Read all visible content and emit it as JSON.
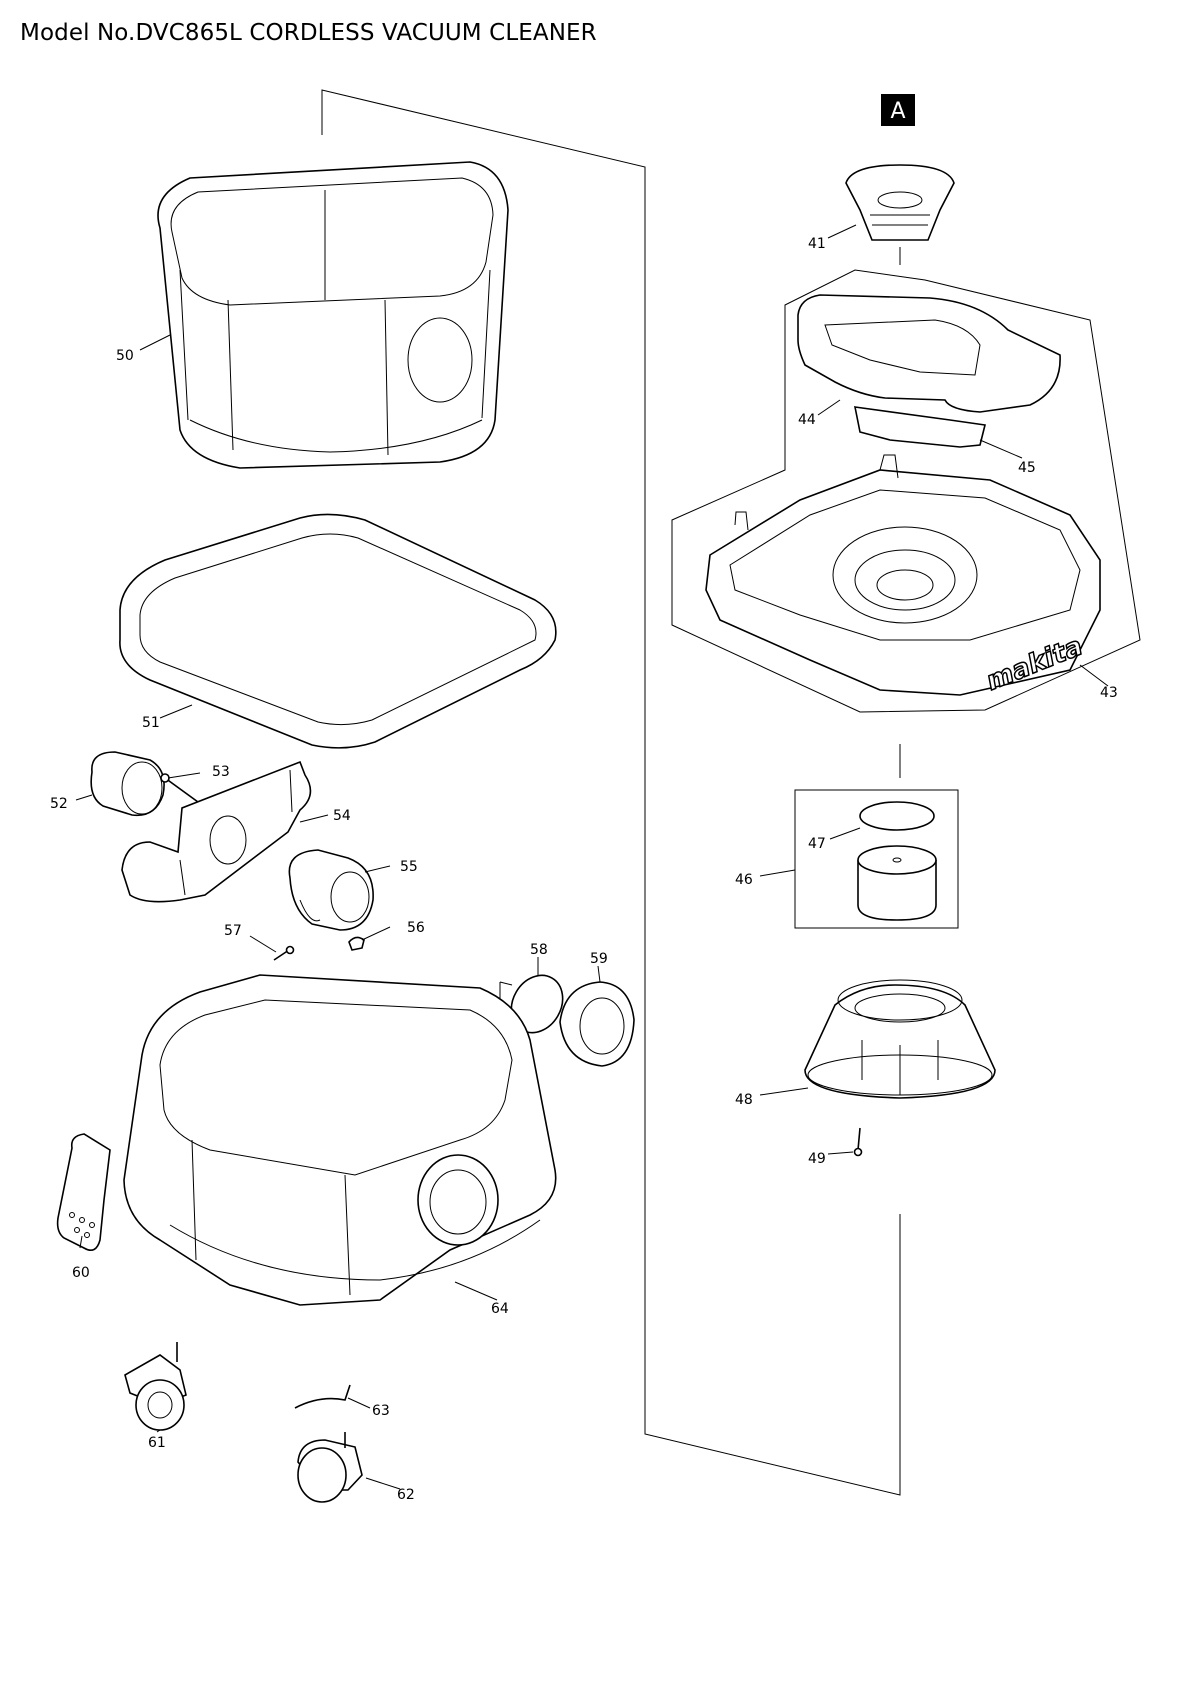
{
  "title": "Model No.DVC865L CORDLESS VACUUM CLEANER",
  "reference_marker": "A",
  "brand_text": "makita",
  "icons": [
    "vacuum-parts-exploded-view"
  ],
  "parts": {
    "p41": "41",
    "p43": "43",
    "p44": "44",
    "p45": "45",
    "p46": "46",
    "p47": "47",
    "p48": "48",
    "p49": "49",
    "p50": "50",
    "p51": "51",
    "p52": "52",
    "p53": "53",
    "p54": "54",
    "p55": "55",
    "p56": "56",
    "p57": "57",
    "p58": "58",
    "p59": "59",
    "p60": "60",
    "p61": "61",
    "p62": "62",
    "p63": "63",
    "p64": "64"
  }
}
